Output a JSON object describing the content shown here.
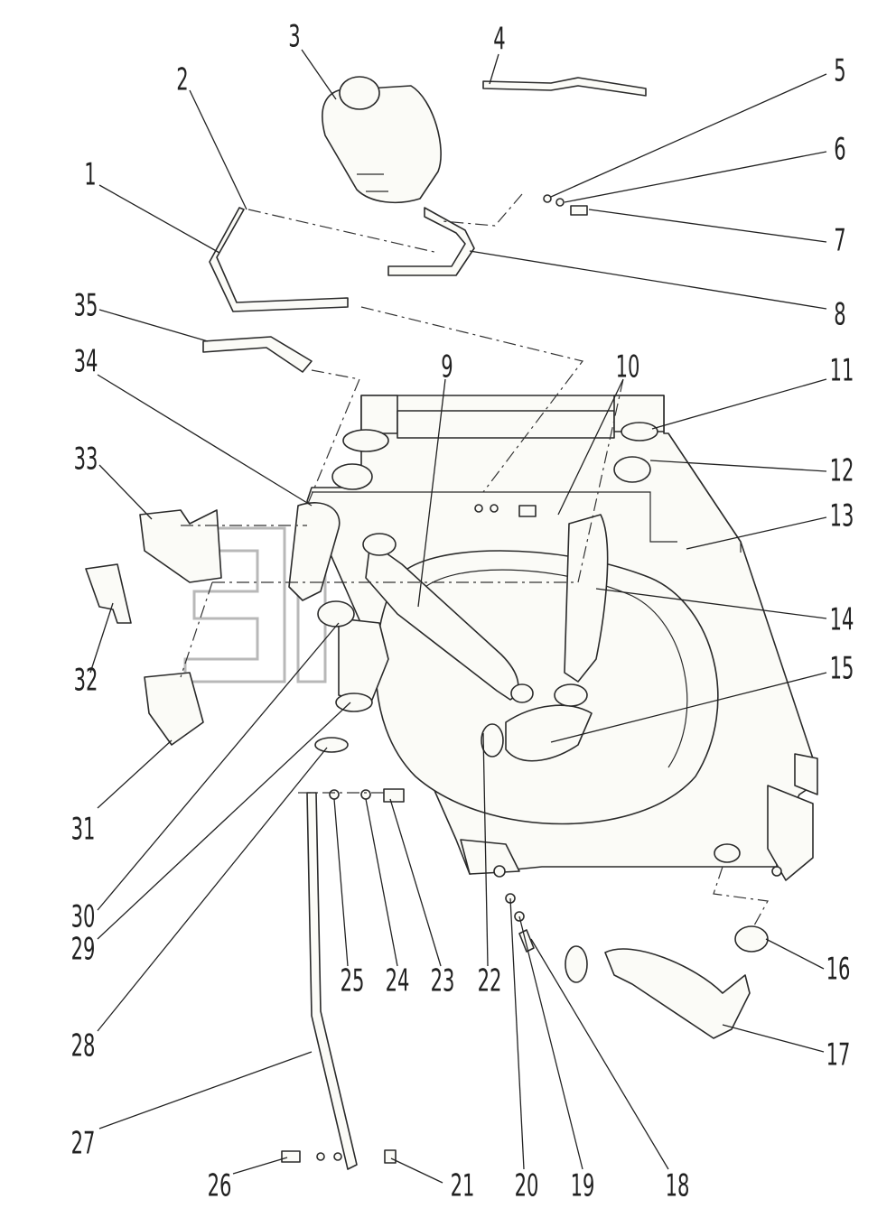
{
  "diagram": {
    "callouts": [
      "1",
      "2",
      "3",
      "4",
      "5",
      "6",
      "7",
      "8",
      "9",
      "10",
      "11",
      "12",
      "13",
      "14",
      "15",
      "16",
      "17",
      "18",
      "19",
      "20",
      "21",
      "22",
      "23",
      "24",
      "25",
      "26",
      "27",
      "28",
      "29",
      "30",
      "31",
      "32",
      "33",
      "34",
      "35"
    ],
    "watermark_mark": "™"
  }
}
